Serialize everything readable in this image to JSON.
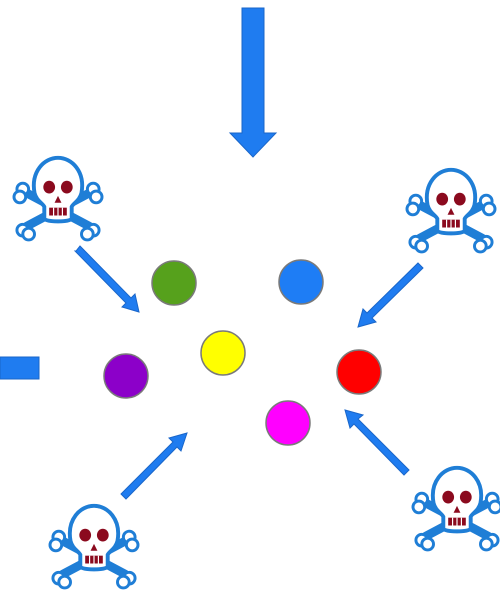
{
  "colors": {
    "arrow_fill": "#1f7cf0",
    "arrow_stroke": "#1a66c9",
    "skull_outline": "#1f7ed6",
    "skull_face": "#ffffff",
    "skull_features": "#8b0a1e",
    "circle_stroke": "#7a7a7a",
    "background": "#ffffff"
  },
  "board": {
    "circles": [
      {
        "name": "circle-green",
        "color": "#56a11c"
      },
      {
        "name": "circle-blue",
        "color": "#1e7df5"
      },
      {
        "name": "circle-yellow",
        "color": "#ffff00"
      },
      {
        "name": "circle-purple",
        "color": "#8c00c9"
      },
      {
        "name": "circle-red",
        "color": "#ff0000"
      },
      {
        "name": "circle-magenta",
        "color": "#ff00ff"
      }
    ],
    "skulls": [
      {
        "name": "skull-top-left",
        "icon": "skull-crossbones-icon"
      },
      {
        "name": "skull-top-right",
        "icon": "skull-crossbones-icon"
      },
      {
        "name": "skull-bottom-left",
        "icon": "skull-crossbones-icon"
      },
      {
        "name": "skull-bottom-right",
        "icon": "skull-crossbones-icon"
      }
    ],
    "arrows": [
      {
        "name": "arrow-top-down",
        "icon": "arrow-down-icon"
      },
      {
        "name": "arrow-left-partial",
        "icon": "arrow-right-icon"
      },
      {
        "name": "arrow-top-left-diagonal",
        "icon": "arrow-down-right-icon"
      },
      {
        "name": "arrow-top-right-diagonal",
        "icon": "arrow-down-left-icon"
      },
      {
        "name": "arrow-bottom-left-diagonal",
        "icon": "arrow-up-right-icon"
      },
      {
        "name": "arrow-bottom-right-diagonal",
        "icon": "arrow-up-left-icon"
      }
    ]
  }
}
